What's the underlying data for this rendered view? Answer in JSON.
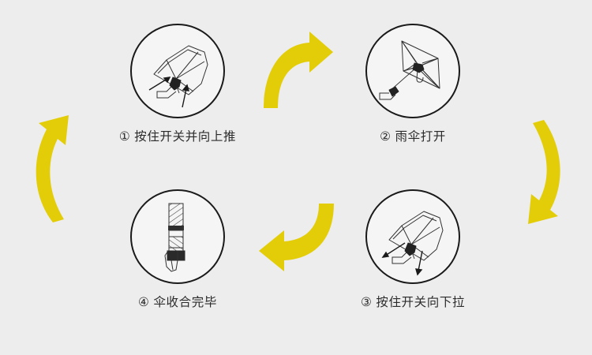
{
  "page": {
    "title": "Umbrella operating instructions",
    "background_color": "#ededed",
    "accent_color": "#e3cd09",
    "outline_color": "#1a1a1a",
    "circle_fill": "#f5f5f5"
  },
  "steps": [
    {
      "id": "step-1",
      "number": "①",
      "caption": "① 按住开关并向上推",
      "illustration": "umbrella-pushing-open-icon"
    },
    {
      "id": "step-2",
      "number": "②",
      "caption": "② 雨伞打开",
      "illustration": "umbrella-opened-icon"
    },
    {
      "id": "step-3",
      "number": "③",
      "caption": "③ 按住开关向下拉",
      "illustration": "umbrella-pulling-closed-icon"
    },
    {
      "id": "step-4",
      "number": "④",
      "caption": "④ 伞收合完毕",
      "illustration": "umbrella-folded-icon"
    }
  ],
  "arrows": [
    {
      "id": "arrow-top",
      "name": "arrow-step1-to-step2",
      "direction": "curve-right-up",
      "color": "#e3cd09"
    },
    {
      "id": "arrow-right",
      "name": "arrow-step2-to-step3",
      "direction": "curve-down-left",
      "color": "#e3cd09"
    },
    {
      "id": "arrow-bottom",
      "name": "arrow-step3-to-step4",
      "direction": "curve-left",
      "color": "#e3cd09"
    },
    {
      "id": "arrow-left",
      "name": "arrow-step4-to-step1",
      "direction": "curve-up-right",
      "color": "#e3cd09"
    }
  ]
}
